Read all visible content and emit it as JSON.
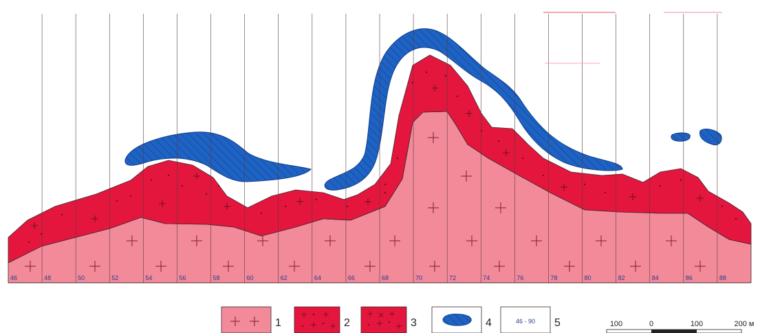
{
  "pickets": [
    "46",
    "48",
    "50",
    "52",
    "54",
    "56",
    "58",
    "60",
    "62",
    "64",
    "66",
    "68",
    "70",
    "72",
    "74",
    "76",
    "78",
    "80",
    "82",
    "84",
    "86",
    "88"
  ],
  "legend": {
    "items": [
      {
        "number": "1",
        "icon": "pink-cross-pattern-swatch"
      },
      {
        "number": "2",
        "icon": "red-cross-dot-pattern-swatch"
      },
      {
        "number": "3",
        "icon": "red-cross-star-pattern-swatch"
      },
      {
        "number": "4",
        "icon": "blue-ore-body-swatch"
      },
      {
        "number": "5",
        "icon": "picket-range-box"
      }
    ],
    "picket_range": "46 - 90"
  },
  "scale_bar": {
    "labels": [
      "100",
      "0",
      "100",
      "200 м"
    ]
  },
  "colors": {
    "unit1_fill": "#f28a9a",
    "unit2_fill": "#e4163e",
    "ore_fill": "#1e63c4",
    "picket_text": "#2b3a8a",
    "outline": "#3a2a2a"
  }
}
